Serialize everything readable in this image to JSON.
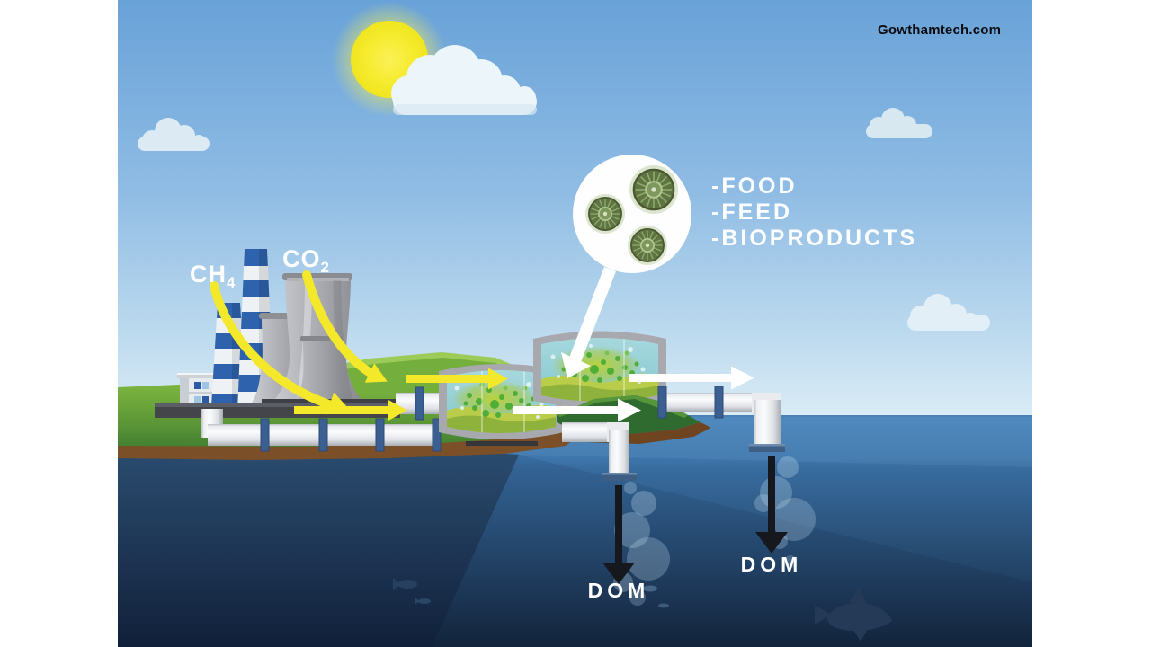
{
  "watermark": {
    "text": "Gowthamtech.com"
  },
  "labels": {
    "ch4": {
      "base": "CH",
      "subscript": "4"
    },
    "co2": {
      "base": "CO",
      "subscript": "2"
    },
    "products": [
      "-FOOD",
      "-FEED",
      "-BIOPRODUCTS"
    ],
    "dom_left": "DOM",
    "dom_right": "DOM"
  },
  "icons": [
    "sun-icon",
    "cloud-icon",
    "factory-icon",
    "cooling-tower-icon",
    "chimney-icon",
    "photobioreactor-icon",
    "algae-cell-icon",
    "pipe-icon",
    "fish-icon",
    "bubble-icon",
    "arrow-icon",
    "magnifier-circle-icon"
  ],
  "colors": {
    "arrow_yellow": "#F3E829",
    "label_white": "#FFFFFF",
    "watermark_black": "#0B0B0F",
    "sky_top": "#69A2D8",
    "sky_horizon": "#D9EBF5",
    "sun_yellow": "#F6EC32",
    "ocean_surface": "#4684BC",
    "ocean_deep": "#14263D",
    "dark_water": "#2C4E72",
    "grass_green": "#6FA73C",
    "dirt_brown": "#7B4F27",
    "algae_green": "#4FAE35",
    "panel_aqua": "#8ECBD2",
    "pipe_white": "#F2F4F6",
    "clamp_blue": "#3C5F92",
    "chimney_blue": "#2E62AC",
    "dom_arrow_black": "#15181D"
  }
}
